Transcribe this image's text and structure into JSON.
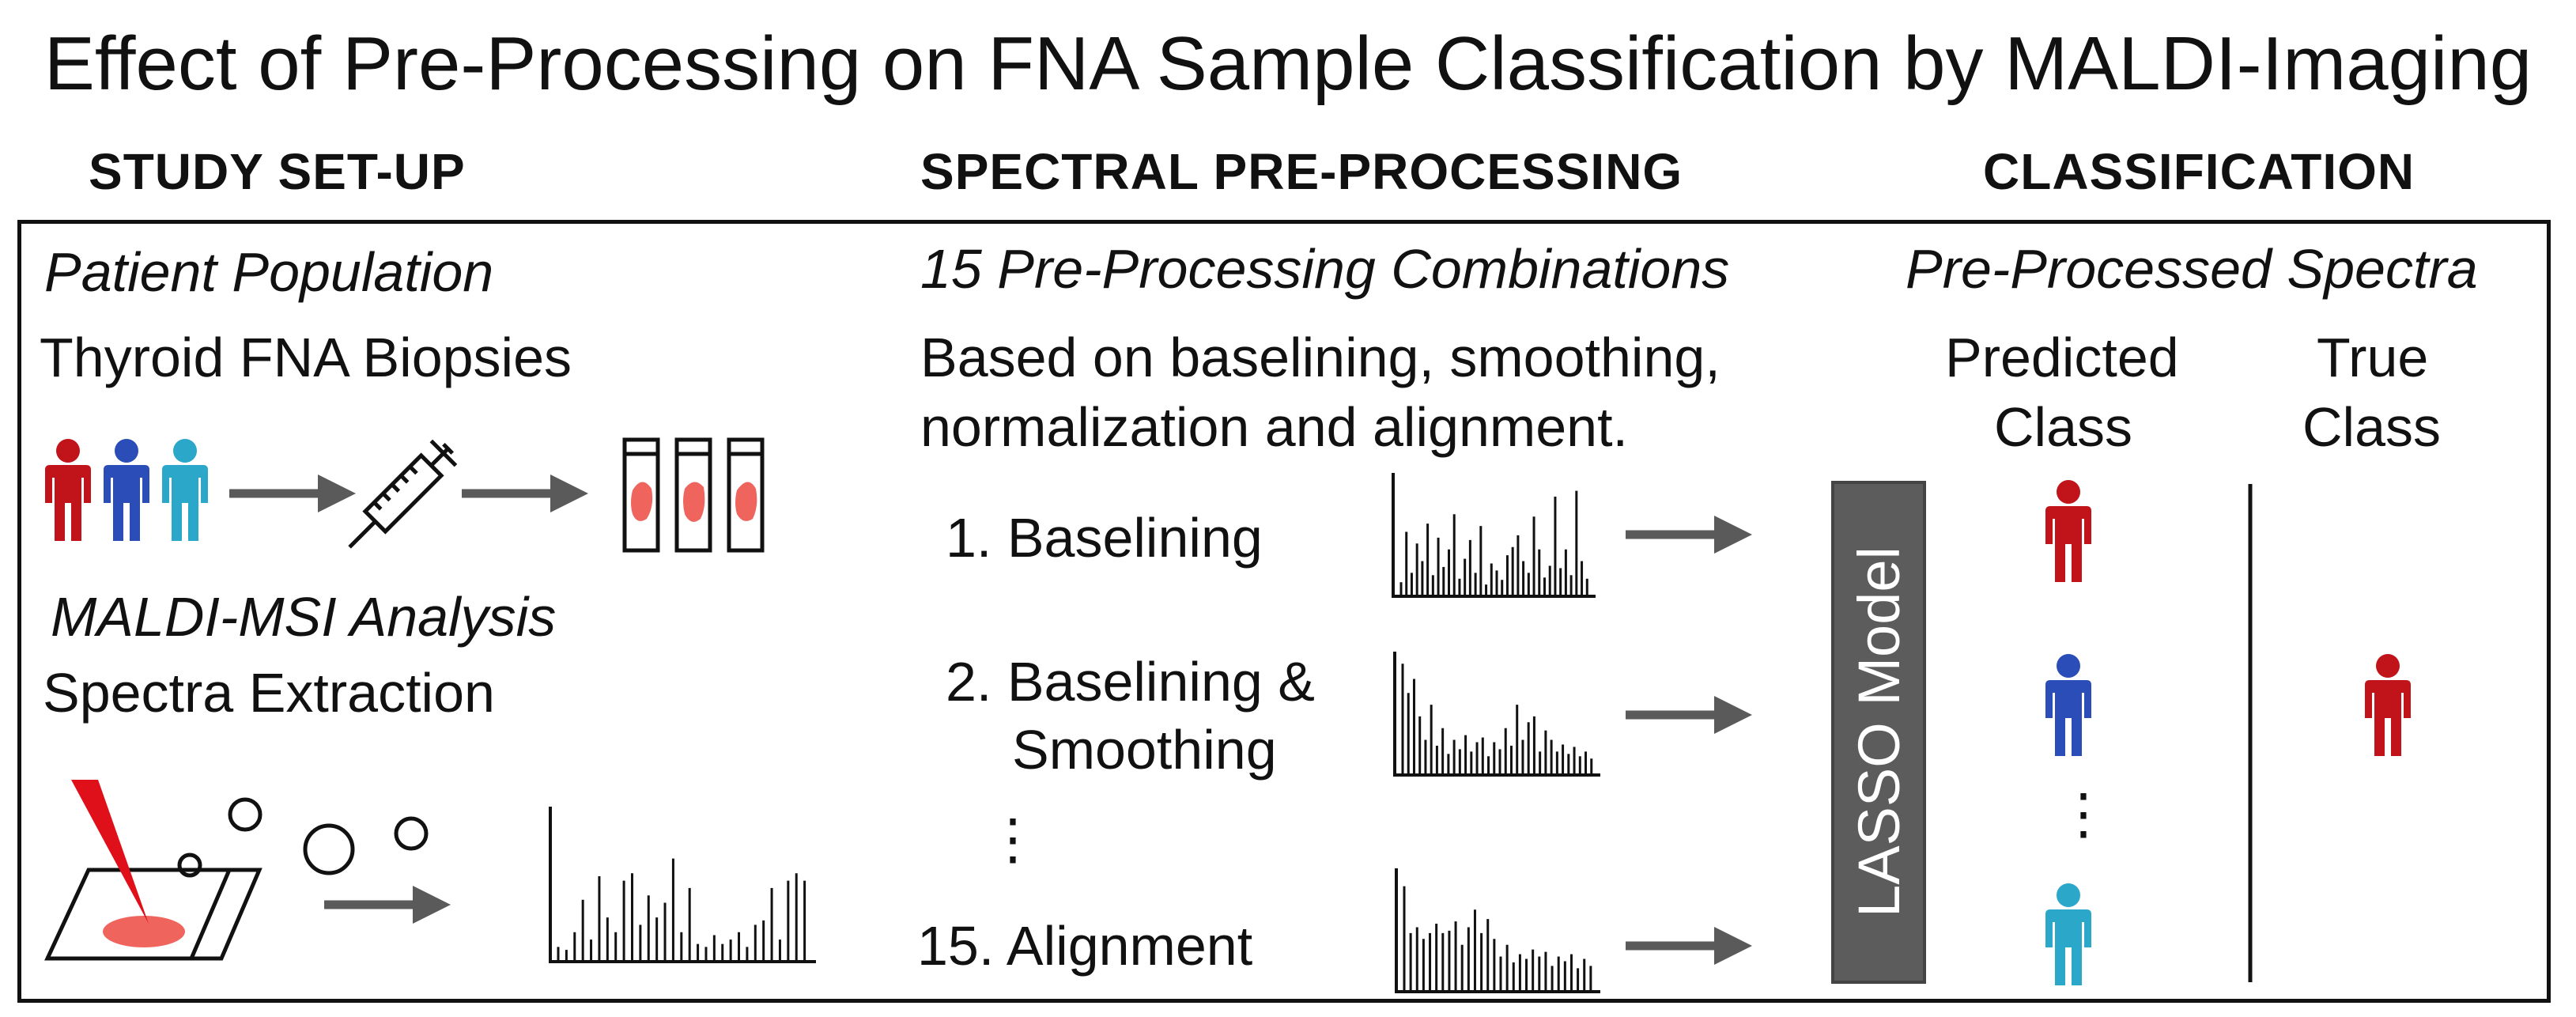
{
  "title": "Effect of Pre-Processing on FNA Sample Classification by MALDI-Imaging",
  "sections": {
    "setup": "STUDY SET-UP",
    "preprocessing": "SPECTRAL PRE-PROCESSING",
    "classification": "CLASSIFICATION"
  },
  "setup": {
    "population_heading": "Patient Population",
    "population_text": "Thyroid FNA Biopsies",
    "analysis_heading": "MALDI-MSI Analysis",
    "analysis_text": "Spectra Extraction"
  },
  "preprocessing": {
    "heading": "15 Pre-Processing Combinations",
    "description_line1": "Based on baselining, smoothing,",
    "description_line2": "normalization and alignment.",
    "steps": [
      {
        "label_line1": "1. Baselining",
        "label_line2": ""
      },
      {
        "label_line1": "2. Baselining &",
        "label_line2": "Smoothing"
      },
      {
        "label_line1": "15. Alignment",
        "label_line2": ""
      }
    ],
    "ellipsis": "⋮"
  },
  "classification": {
    "heading": "Pre-Processed Spectra",
    "predicted_line1": "Predicted",
    "predicted_line2": "Class",
    "true_line1": "True",
    "true_line2": "Class",
    "model_label": "LASSO Model",
    "ellipsis": "⋮"
  },
  "colors": {
    "red_person": "#c0141a",
    "blue_person": "#2a4db8",
    "cyan_person": "#2aa7c9",
    "arrow": "#5a5a5a",
    "sample": "#f0645e",
    "laser": "#e0101a",
    "lasso_box": "#5c5c5c"
  },
  "icons": [
    "person-icon",
    "syringe-icon",
    "slide-icon",
    "laser-icon",
    "arrow-icon",
    "spectrum-icon"
  ]
}
